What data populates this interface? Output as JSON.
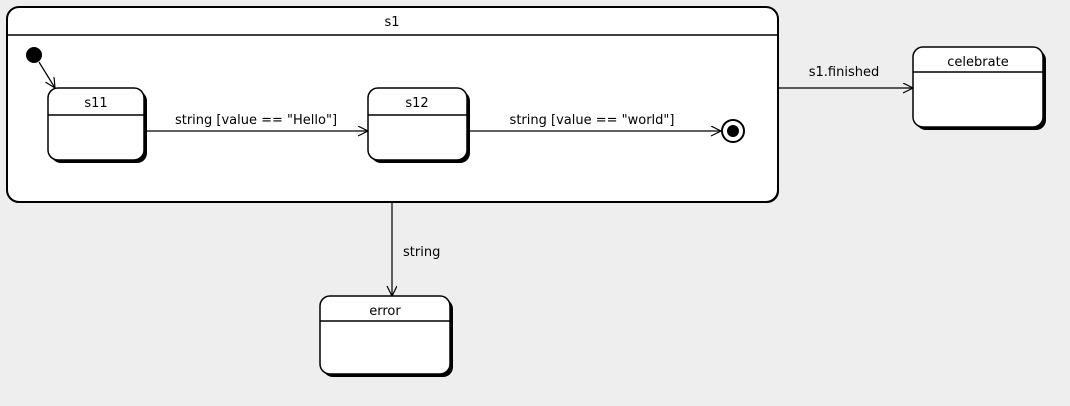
{
  "diagram": {
    "kind": "uml-state-machine",
    "background_color": "#eeeeee",
    "line_color": "#000000",
    "fill_color": "#ffffff",
    "shadow_color": "#000000"
  },
  "composite_state": {
    "name": "s1",
    "title": "s1",
    "pseudostate_initial": "initial-state",
    "pseudostate_final": "final-state"
  },
  "states": [
    {
      "id": "s11",
      "label": "s11"
    },
    {
      "id": "s12",
      "label": "s12"
    },
    {
      "id": "celebrate",
      "label": "celebrate"
    },
    {
      "id": "error",
      "label": "error"
    }
  ],
  "transitions": [
    {
      "id": "t-init-s11",
      "label": ""
    },
    {
      "id": "t-s11-s12",
      "label": "string [value == \"Hello\"]"
    },
    {
      "id": "t-s12-final",
      "label": "string [value == \"world\"]"
    },
    {
      "id": "t-s1-celebrate",
      "label": "s1.finished"
    },
    {
      "id": "t-s1-error",
      "label": "string"
    }
  ],
  "labels": {
    "composite_title": "s1",
    "s11": "s11",
    "s12": "s12",
    "celebrate": "celebrate",
    "error": "error",
    "hello_guard": "string [value == \"Hello\"]",
    "world_guard": "string [value == \"world\"]",
    "finished_event": "s1.finished",
    "string_event": "string"
  }
}
